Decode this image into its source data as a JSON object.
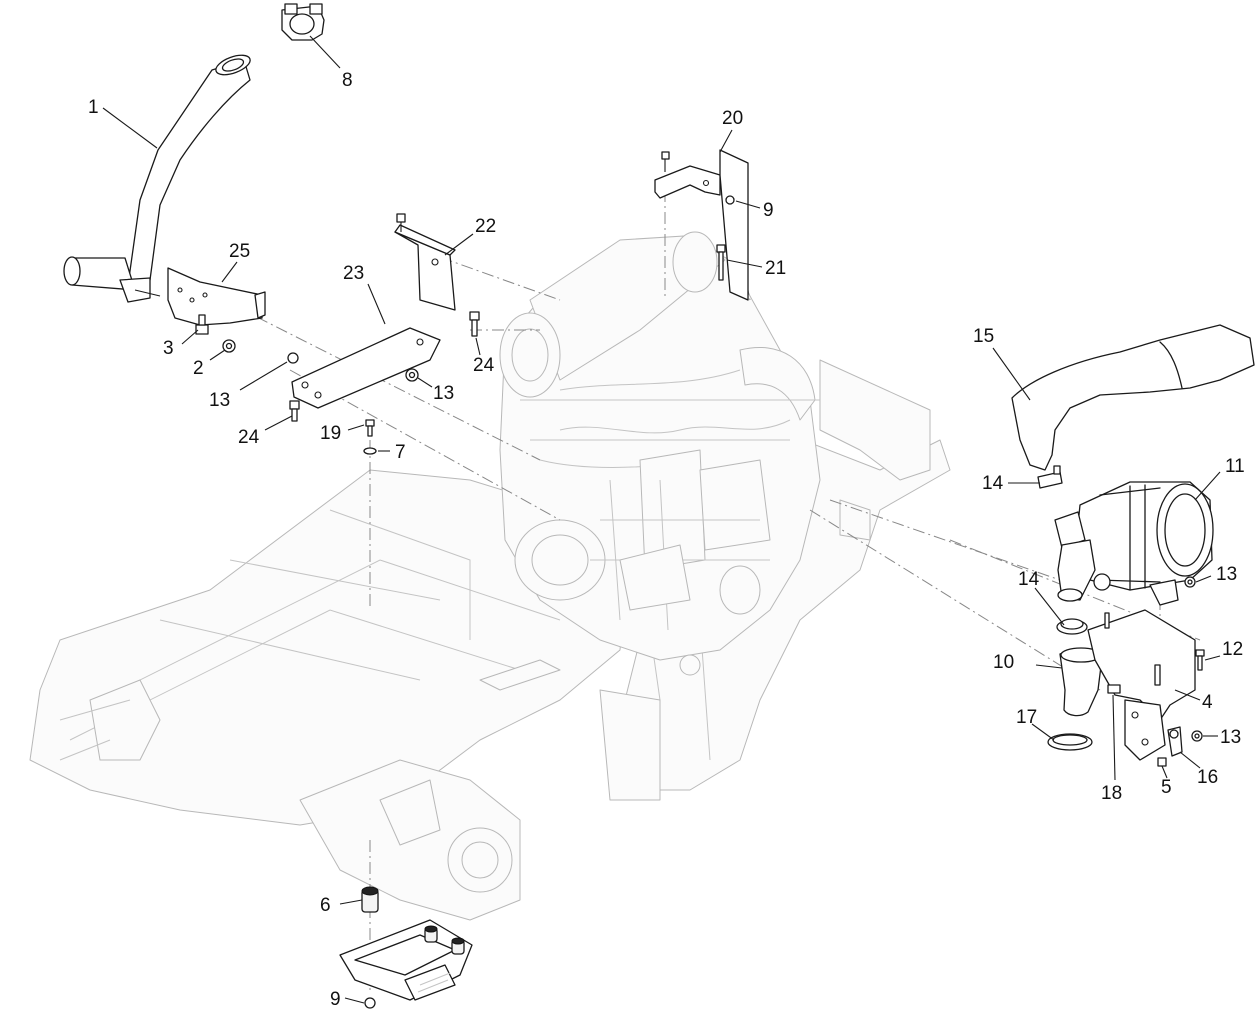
{
  "diagram": {
    "callouts": [
      {
        "id": "c1",
        "label": "1"
      },
      {
        "id": "c8",
        "label": "8"
      },
      {
        "id": "c25",
        "label": "25"
      },
      {
        "id": "c3",
        "label": "3"
      },
      {
        "id": "c2",
        "label": "2"
      },
      {
        "id": "c23",
        "label": "23"
      },
      {
        "id": "c22",
        "label": "22"
      },
      {
        "id": "c13a",
        "label": "13"
      },
      {
        "id": "c13b",
        "label": "13"
      },
      {
        "id": "c24a",
        "label": "24"
      },
      {
        "id": "c24b",
        "label": "24"
      },
      {
        "id": "c19",
        "label": "19"
      },
      {
        "id": "c7",
        "label": "7"
      },
      {
        "id": "c20",
        "label": "20"
      },
      {
        "id": "c9a",
        "label": "9"
      },
      {
        "id": "c21",
        "label": "21"
      },
      {
        "id": "c15",
        "label": "15"
      },
      {
        "id": "c14a",
        "label": "14"
      },
      {
        "id": "c11",
        "label": "11"
      },
      {
        "id": "c14b",
        "label": "14"
      },
      {
        "id": "c13c",
        "label": "13"
      },
      {
        "id": "c12",
        "label": "12"
      },
      {
        "id": "c10",
        "label": "10"
      },
      {
        "id": "c4",
        "label": "4"
      },
      {
        "id": "c17",
        "label": "17"
      },
      {
        "id": "c13d",
        "label": "13"
      },
      {
        "id": "c18",
        "label": "18"
      },
      {
        "id": "c5",
        "label": "5"
      },
      {
        "id": "c16",
        "label": "16"
      },
      {
        "id": "c6",
        "label": "6"
      },
      {
        "id": "c9b",
        "label": "9"
      }
    ]
  }
}
